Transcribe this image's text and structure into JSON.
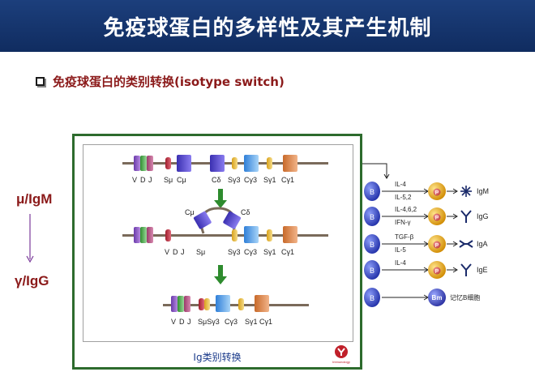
{
  "slide": {
    "title": "免疫球蛋白的多样性及其产生机制",
    "subtitle": "免疫球蛋白的类别转换(isotype switch)",
    "left_top_label": "μ/IgM",
    "left_bottom_label": "γ/IgG"
  },
  "gene_diagram": {
    "caption": "Ig类别转换",
    "logo_text": "Immunology",
    "top_row_labels": [
      "V",
      "D",
      "J",
      "Sμ",
      "Cμ",
      "Cδ",
      "Sγ3",
      "Cγ3",
      "Sγ1",
      "Cγ1"
    ],
    "loop_labels": [
      "Cμ",
      "Cδ"
    ],
    "middle_row_labels": [
      "V",
      "D",
      "J",
      "Sμ",
      "Sγ3",
      "Cγ3",
      "Sγ1",
      "Cγ1"
    ],
    "bottom_row_labels": [
      "V",
      "D",
      "J",
      "SμSγ3",
      "Cγ3",
      "Sγ1",
      "Cγ1"
    ]
  },
  "switch_panel": {
    "rows": [
      {
        "b": "B",
        "cytokines": [
          "IL-4",
          "IL-5,2"
        ],
        "p": "P",
        "product": "IgM"
      },
      {
        "b": "B",
        "cytokines": [
          "IL-4,6,2",
          "IFN-γ"
        ],
        "p": "P",
        "product": "IgG"
      },
      {
        "b": "B",
        "cytokines": [
          "TGF-β",
          "IL-5"
        ],
        "p": "P",
        "product": "IgA"
      },
      {
        "b": "B",
        "cytokines": [
          "IL-4"
        ],
        "p": "P",
        "product": "IgE"
      },
      {
        "b": "B",
        "cytokines": [],
        "p": "Bm",
        "product": "记忆B细胞"
      }
    ]
  },
  "colors": {
    "title_bar": "#163470",
    "accent_red": "#8b1a1a",
    "panel_border": "#2d6b2d",
    "b_cell": "#3a4fc0",
    "plasma_cell": "#e8a400"
  }
}
